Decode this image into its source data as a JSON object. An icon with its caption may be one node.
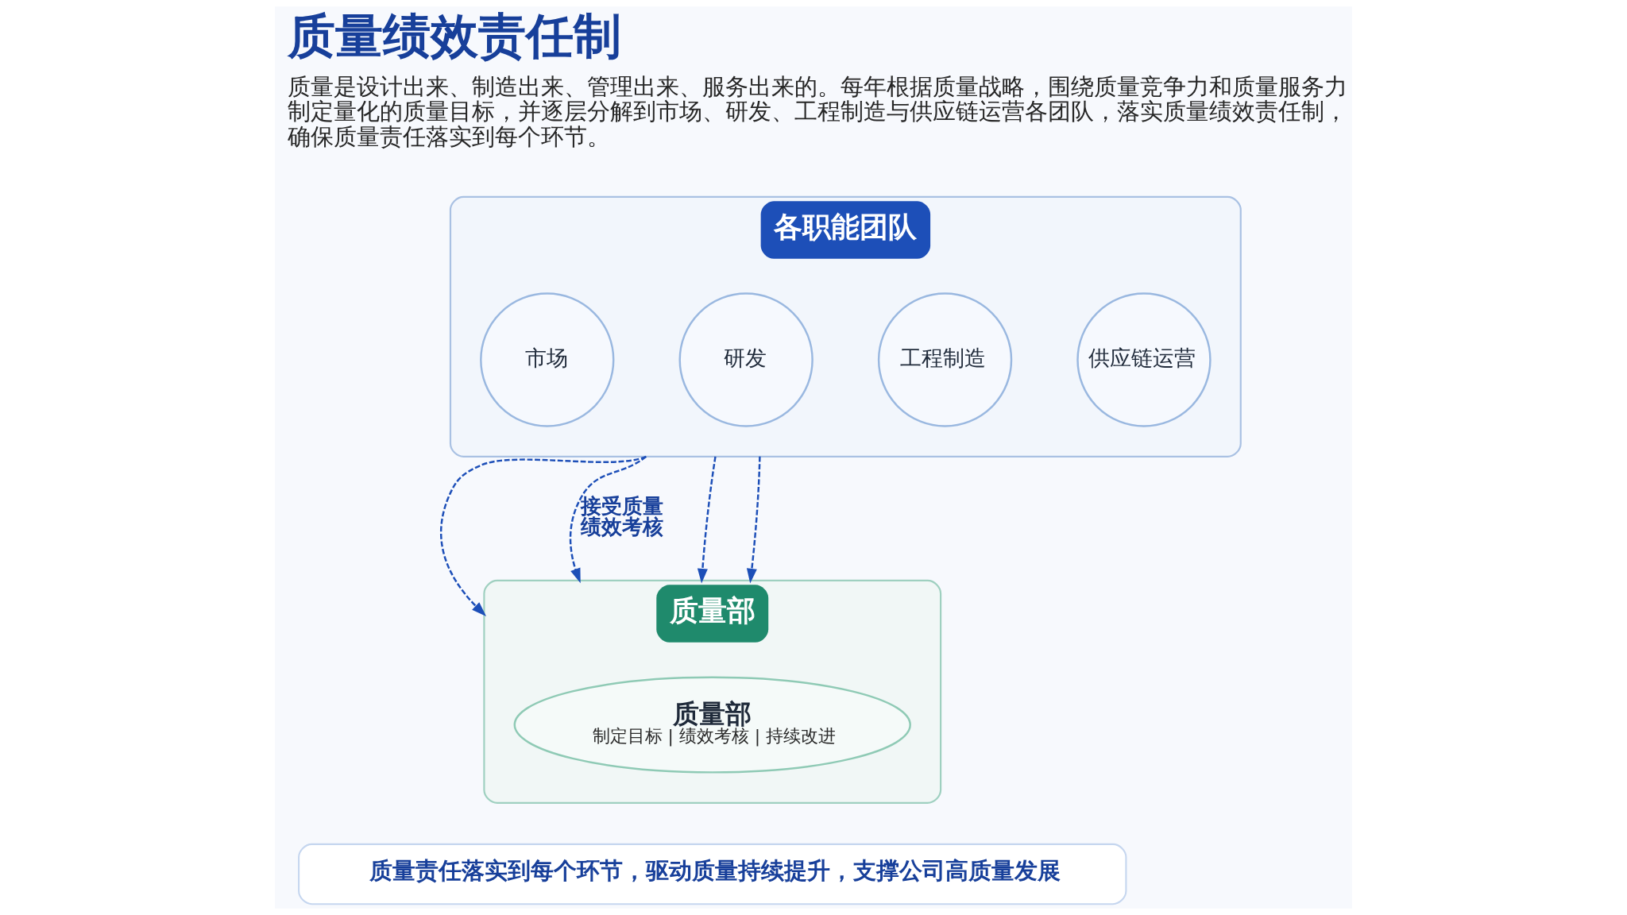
{
  "diagram": {
    "title": "质量绩效责任制",
    "nodes": [
      {
        "text": [
          "各职能团队"
        ]
      },
      {
        "text": [
          "市场"
        ],
        "in": 0
      },
      {
        "text": [
          "研发"
        ],
        "in": 0
      },
      {
        "text": [
          "工程制造"
        ],
        "in": 0
      },
      {
        "text": [
          "供应链运营"
        ],
        "in": 0
      },
      {
        "text": [
          "质量部"
        ]
      },
      {
        "text": [
          "质量部",
          "制定目标 | 绩效考核 | 持续改进"
        ],
        "in": 5
      },
      {
        "text": [
          "质量责任落实到每个环节，驱动质量持续提升，支撑公司高质量发展"
        ]
      }
    ],
    "edges": [
      {
        "from": 0,
        "to": 5,
        "arrow": "to",
        "style": "dashed"
      },
      {
        "from": 0,
        "to": 5,
        "arrow": "to",
        "style": "dashed",
        "label": "接受质量绩效考核"
      },
      {
        "from": 0,
        "to": 5,
        "arrow": "to",
        "style": "dashed"
      },
      {
        "from": 0,
        "to": 5,
        "arrow": "to",
        "style": "dashed"
      }
    ],
    "labels": [
      "质量是设计出来、制造出来、管理出来、服务出来的。每年根据质量战略，围绕质量竞争力和质量服务力制定量化的质量目标，并逐层分解到市场、研发、工程制造与供应链运营各团队，落实质量绩效责任制，确保质量责任落实到每个环节。"
    ]
  }
}
